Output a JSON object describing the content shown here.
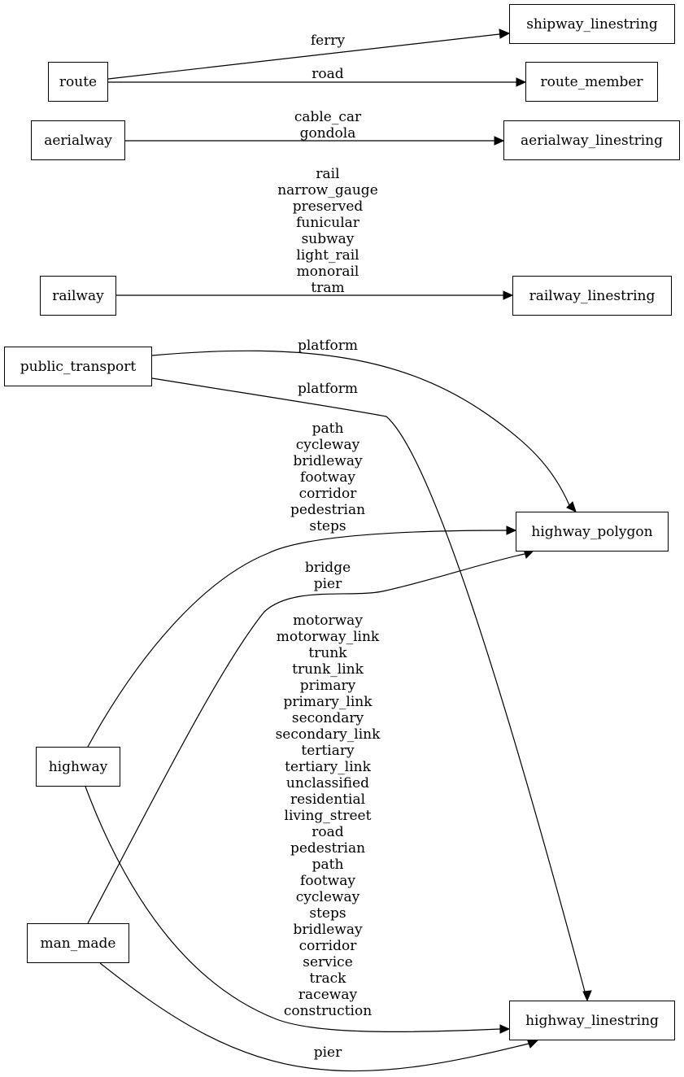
{
  "nodes": {
    "route": "route",
    "aerialway": "aerialway",
    "railway": "railway",
    "public_transport": "public_transport",
    "highway": "highway",
    "man_made": "man_made",
    "shipway_linestring": "shipway_linestring",
    "route_member": "route_member",
    "aerialway_linestring": "aerialway_linestring",
    "railway_linestring": "railway_linestring",
    "highway_polygon": "highway_polygon",
    "highway_linestring": "highway_linestring"
  },
  "edges": [
    {
      "id": "route-shipway",
      "from": "route",
      "to": "shipway_linestring",
      "labels": [
        "ferry"
      ]
    },
    {
      "id": "route-member",
      "from": "route",
      "to": "route_member",
      "labels": [
        "road"
      ]
    },
    {
      "id": "aerialway-linestring",
      "from": "aerialway",
      "to": "aerialway_linestring",
      "labels": [
        "cable_car",
        "gondola"
      ]
    },
    {
      "id": "railway-linestring",
      "from": "railway",
      "to": "railway_linestring",
      "labels": [
        "rail",
        "narrow_gauge",
        "preserved",
        "funicular",
        "subway",
        "light_rail",
        "monorail",
        "tram"
      ]
    },
    {
      "id": "public-transport-polygon",
      "from": "public_transport",
      "to": "highway_polygon",
      "labels": [
        "platform"
      ]
    },
    {
      "id": "public-transport-linestring",
      "from": "public_transport",
      "to": "highway_linestring",
      "labels": [
        "platform"
      ]
    },
    {
      "id": "highway-polygon",
      "from": "highway",
      "to": "highway_polygon",
      "labels": [
        "path",
        "cycleway",
        "bridleway",
        "footway",
        "corridor",
        "pedestrian",
        "steps"
      ]
    },
    {
      "id": "man-made-polygon",
      "from": "man_made",
      "to": "highway_polygon",
      "labels": [
        "bridge",
        "pier"
      ]
    },
    {
      "id": "highway-linestring",
      "from": "highway",
      "to": "highway_linestring",
      "labels": [
        "motorway",
        "motorway_link",
        "trunk",
        "trunk_link",
        "primary",
        "primary_link",
        "secondary",
        "secondary_link",
        "tertiary",
        "tertiary_link",
        "unclassified",
        "residential",
        "living_street",
        "road",
        "pedestrian",
        "path",
        "footway",
        "cycleway",
        "steps",
        "bridleway",
        "corridor",
        "service",
        "track",
        "raceway",
        "construction"
      ]
    },
    {
      "id": "man-made-linestring",
      "from": "man_made",
      "to": "highway_linestring",
      "labels": [
        "pier"
      ]
    }
  ]
}
